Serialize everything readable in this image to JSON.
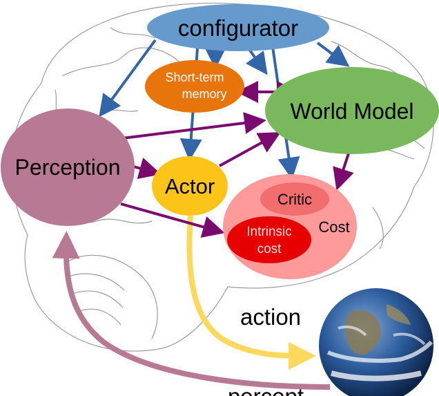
{
  "nodes": {
    "configurator": "configurator",
    "short_term_memory": [
      "Short-term",
      "memory"
    ],
    "world_model": "World Model",
    "perception": "Perception",
    "actor": "Actor",
    "cost": "Cost",
    "critic": "Critic",
    "intrinsic_cost": [
      "Intrinsic",
      "cost"
    ]
  },
  "edge_labels": {
    "action": "action",
    "percept": "percept"
  },
  "colors": {
    "configurator": "#6699cc",
    "short_term_memory": "#e8740c",
    "world_model": "#79b85c",
    "perception": "#b87994",
    "actor": "#fcc419",
    "cost": "#ff9a9a",
    "critic": "#f26d6d",
    "intrinsic_cost": "#e60000",
    "config_arrow": "#3366a8",
    "signal_arrow": "#7a0a6e",
    "action_arrow": "#fcd95c",
    "percept_arrow": "#b87994"
  },
  "background_icons": [
    "brain-sketch",
    "earth-globe"
  ]
}
